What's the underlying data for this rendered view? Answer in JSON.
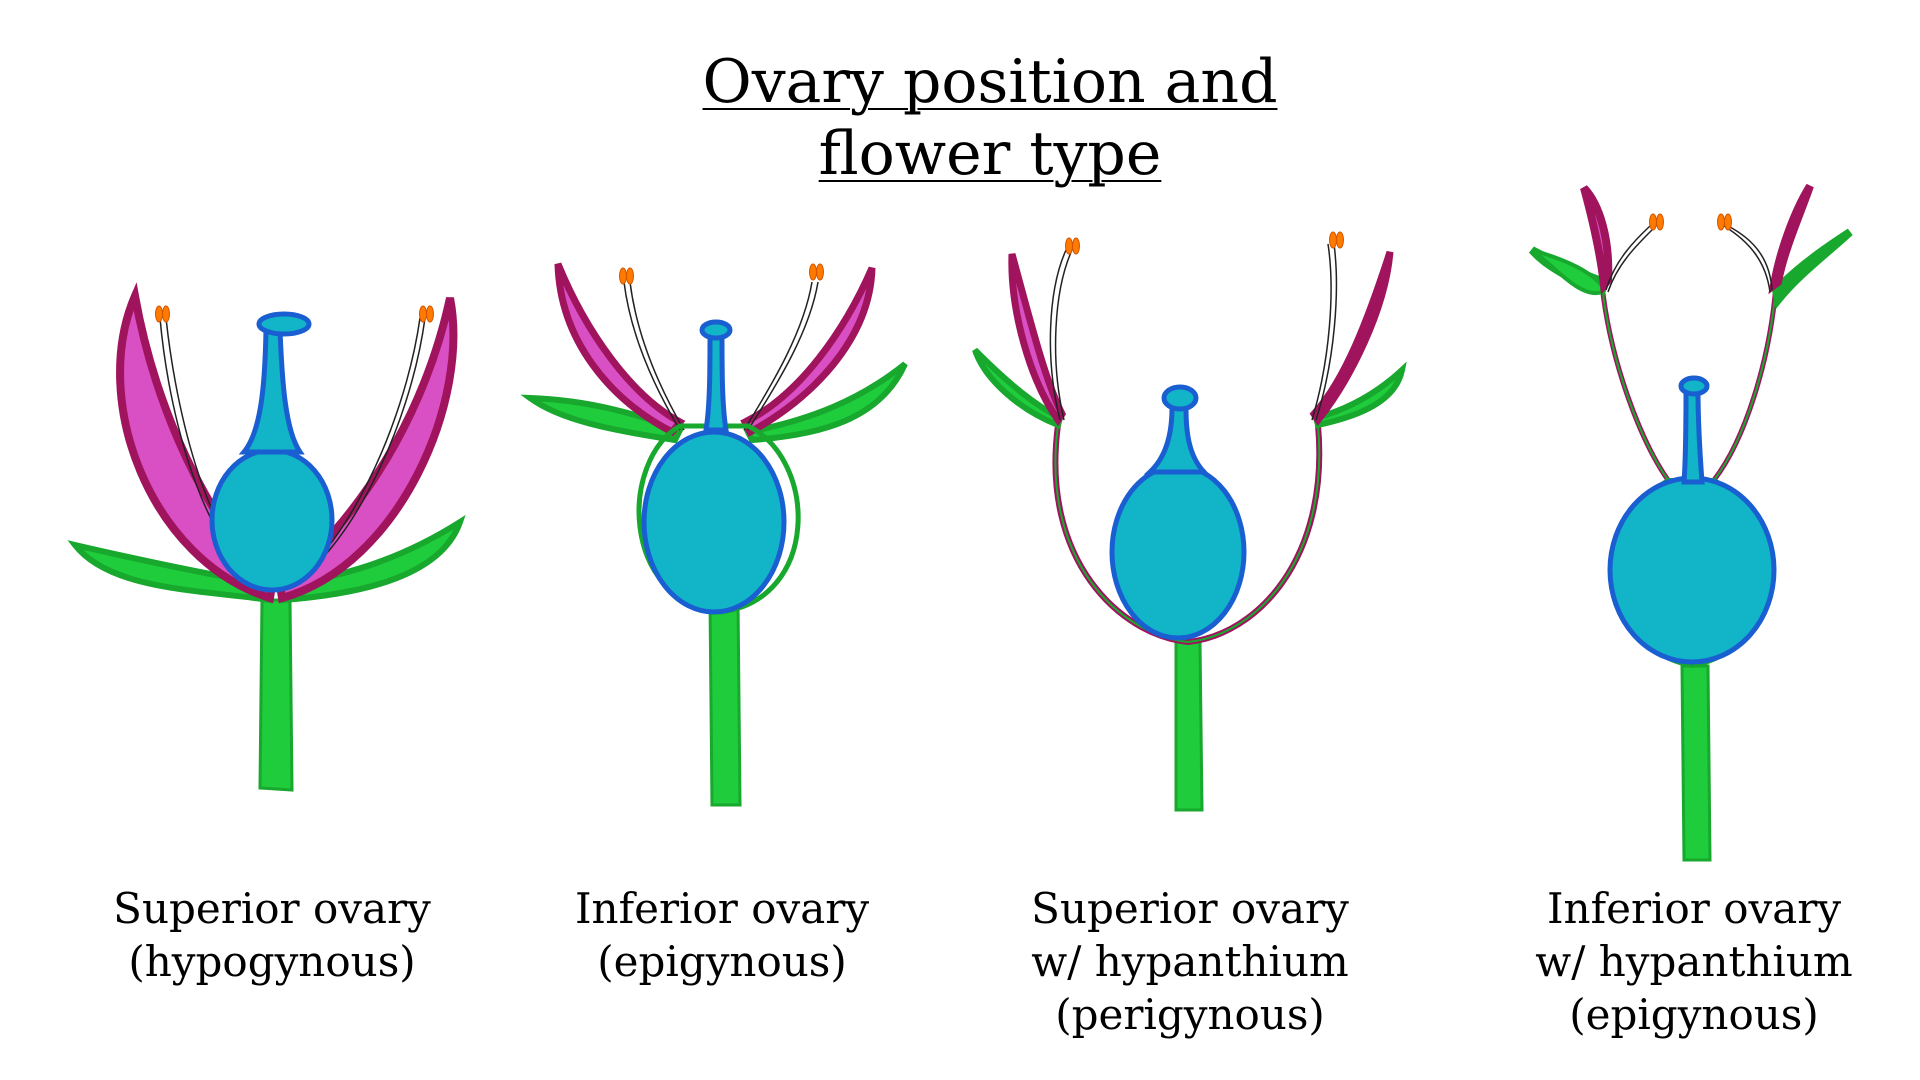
{
  "title": {
    "line1": "Ovary position and",
    "line2": "flower type"
  },
  "colors": {
    "ovary_fill": "#12b4c8",
    "ovary_stroke": "#1a5fd1",
    "stem_green": "#1fcc3c",
    "sepal_dark": "#17a82d",
    "petal_dark": "#a0145e",
    "petal_light": "#d94fc4",
    "anther": "#ff7a00",
    "filament": "#222222"
  },
  "flowers": [
    {
      "label_line1": "Superior ovary",
      "label_line2": "(hypogynous)",
      "label_line3": ""
    },
    {
      "label_line1": "Inferior ovary",
      "label_line2": "(epigynous)",
      "label_line3": ""
    },
    {
      "label_line1": "Superior ovary",
      "label_line2": "w/ hypanthium",
      "label_line3": "(perigynous)"
    },
    {
      "label_line1": "Inferior ovary",
      "label_line2": "w/ hypanthium",
      "label_line3": "(epigynous)"
    }
  ]
}
